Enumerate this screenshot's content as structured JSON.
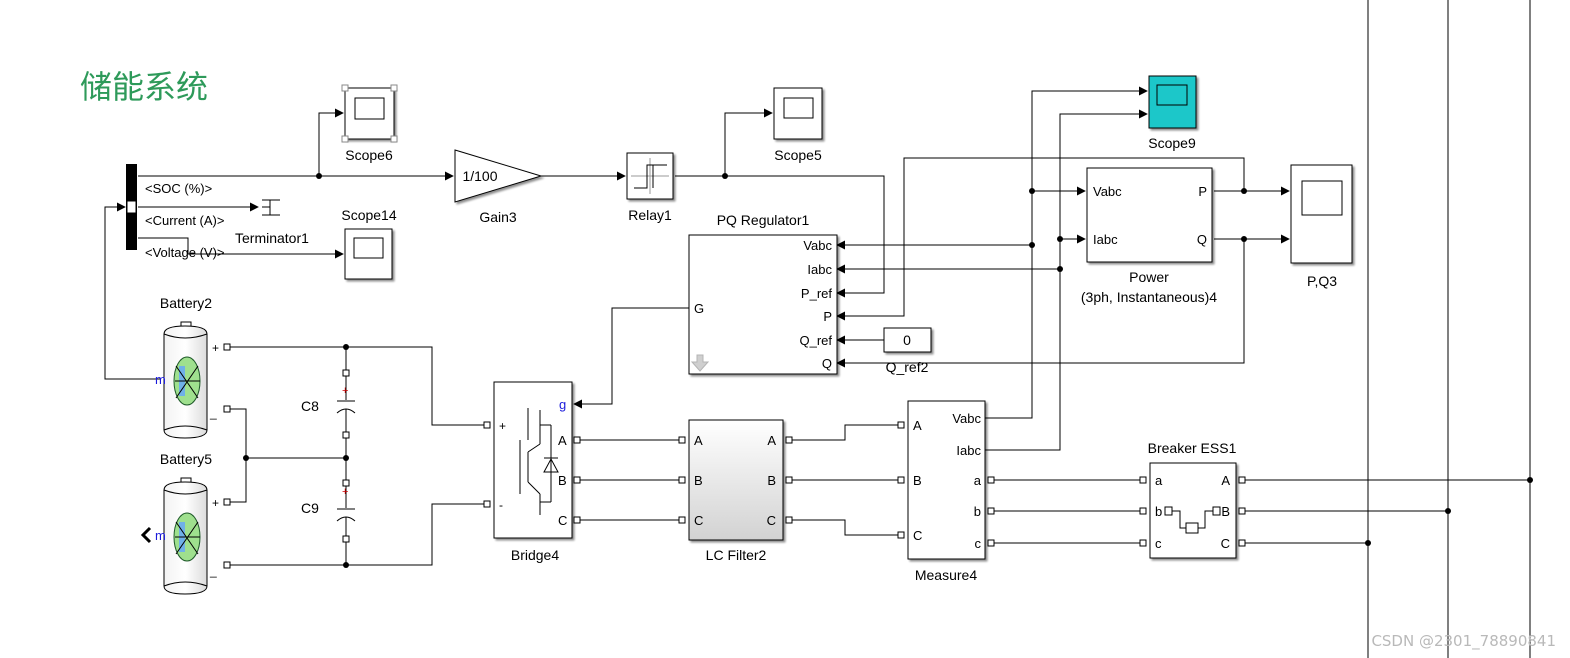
{
  "title": "储能系统",
  "watermark": "CSDN @2301_78890841",
  "bus_selector": {
    "signals": [
      "<SOC (%)>",
      "<Current (A)>",
      "<Voltage (V)>"
    ]
  },
  "blocks": {
    "scope6": "Scope6",
    "scope5": "Scope5",
    "scope9": "Scope9",
    "scope14": "Scope14",
    "gain3": "Gain3",
    "gain_value": "1/100",
    "relay1": "Relay1",
    "terminator1": "Terminator1",
    "pq_regulator": "PQ Regulator1",
    "power": "Power",
    "power_sub": "(3ph, Instantaneous)4",
    "pq3": "P,Q3",
    "q_ref2": "Q_ref2",
    "q_ref2_value": "0",
    "battery2": "Battery2",
    "battery5": "Battery5",
    "c8": "C8",
    "c9": "C9",
    "bridge4": "Bridge4",
    "lc_filter2": "LC Filter2",
    "measure4": "Measure4",
    "breaker": "Breaker ESS1"
  },
  "ports": {
    "pq_in": [
      "Vabc",
      "Iabc",
      "P_ref",
      "P",
      "Q_ref",
      "Q"
    ],
    "pq_out": "G",
    "power_in": [
      "Vabc",
      "Iabc"
    ],
    "power_out": [
      "P",
      "Q"
    ],
    "bridge_in": [
      "+",
      "-"
    ],
    "bridge_g": "g",
    "bridge_out": [
      "A",
      "B",
      "C"
    ],
    "lc_in": [
      "A",
      "B",
      "C"
    ],
    "lc_out": [
      "A",
      "B",
      "C"
    ],
    "measure_in": [
      "A",
      "B",
      "C"
    ],
    "measure_out": [
      "Vabc",
      "Iabc",
      "a",
      "b",
      "c"
    ],
    "breaker_in": [
      "a",
      "b",
      "c"
    ],
    "breaker_out": [
      "A",
      "B",
      "C"
    ],
    "battery_plus": "+",
    "battery_minus": "_",
    "battery_m": "m"
  },
  "colors": {
    "title": "#2e9a5a",
    "scope9_fill": "#1cc7c9",
    "port_label": "#1a1adb",
    "line": "#000000"
  }
}
